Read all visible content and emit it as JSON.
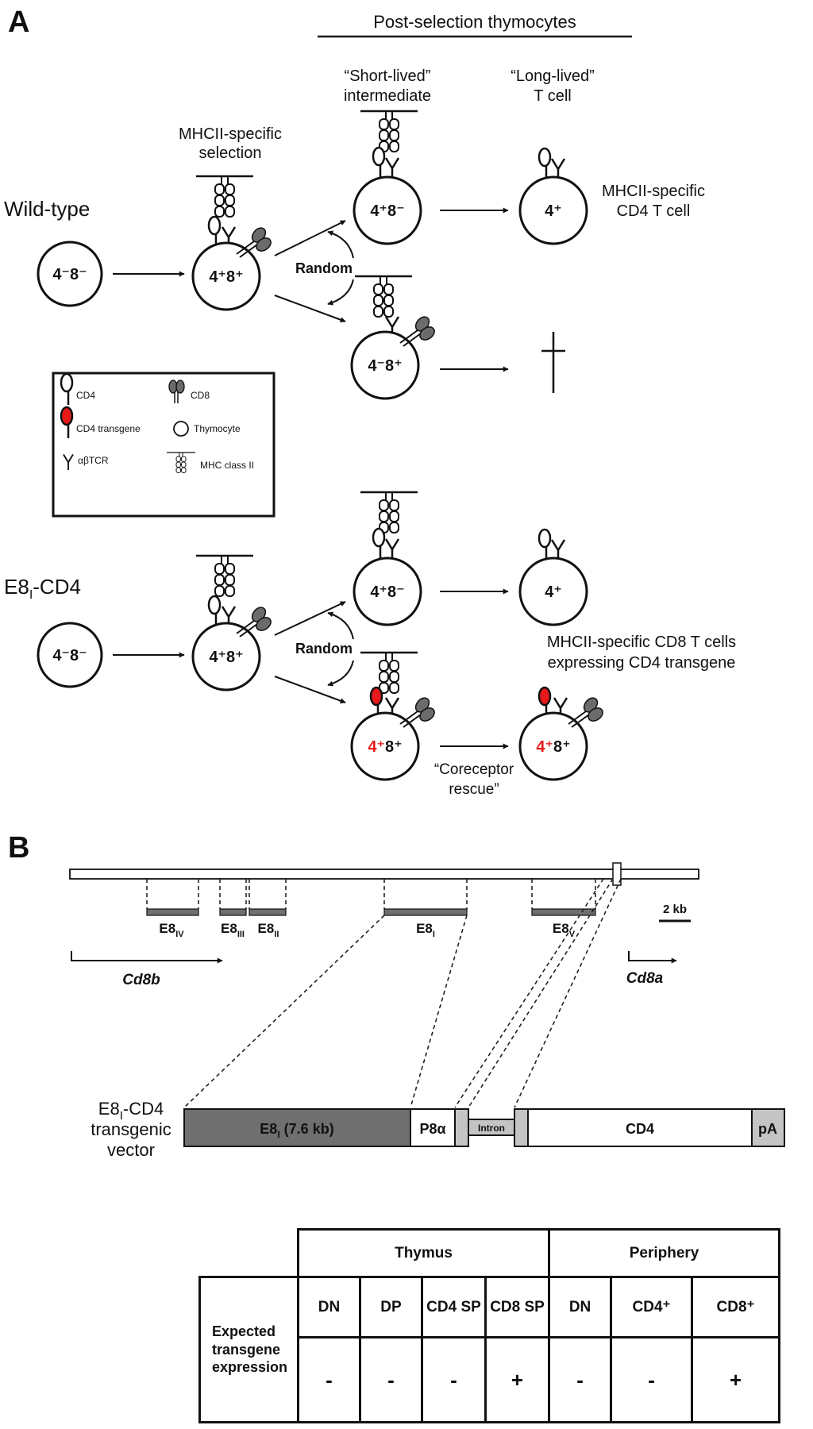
{
  "panel_a": {
    "label": "A",
    "header": "Post-selection thymocytes",
    "col_short": {
      "line1": "“Short-lived”",
      "line2": "intermediate"
    },
    "col_long": {
      "line1": "“Long-lived”",
      "line2": "T cell"
    },
    "mhcii_selection": {
      "line1": "MHCII-specific",
      "line2": "selection"
    },
    "wild_type": "Wild-type",
    "e8i_cd4_main": "E8",
    "e8i_cd4_sub": "I",
    "e8i_cd4_suffix": "-CD4",
    "random": "Random",
    "mhcii_cd4_result": {
      "line1": "MHCII-specific",
      "line2": "CD4 T cell"
    },
    "cd8_result": {
      "line1": "MHCII-specific CD8 T cells",
      "line2": "expressing CD4 transgene"
    },
    "rescue": {
      "line1": "“Coreceptor",
      "line2": "rescue”"
    },
    "cell_labels": {
      "dn": "4⁻8⁻",
      "dp": "4⁺8⁺",
      "cd4_int": "4⁺8⁻",
      "cd8_int": "4⁻8⁺",
      "cd4_sp": "4⁺",
      "tg_cd4": "4⁺",
      "tg_cd8": "8⁺"
    },
    "legend": {
      "cd4": "CD4",
      "cd8": "CD8",
      "cd4_tg": "CD4 transgene",
      "thymocyte": "Thymocyte",
      "tcr": "αβTCR",
      "mhc": "MHC class II"
    },
    "colors": {
      "transgene": "#e8191a",
      "cd8_fill": "#6b6b6b"
    }
  },
  "panel_b": {
    "label": "B",
    "scale_bar": "2 kb",
    "gene_cd8b": "Cd8b",
    "gene_cd8a": "Cd8a",
    "enhancers": [
      {
        "main": "E8",
        "sub": "IV"
      },
      {
        "main": "E8",
        "sub": "III"
      },
      {
        "main": "E8",
        "sub": "II"
      },
      {
        "main": "E8",
        "sub": "I"
      },
      {
        "main": "E8",
        "sub": "V"
      }
    ],
    "vector_label": {
      "line1_main": "E8",
      "line1_sub": "I",
      "line1_suffix": "-CD4",
      "line2": "transgenic",
      "line3": "vector"
    },
    "vector_parts": {
      "e8i": "E8",
      "e8i_sub": "I",
      "e8i_size": " (7.6 kb)",
      "p8a": "P8α",
      "intron": "Intron",
      "cd4": "CD4",
      "pa": "pA"
    },
    "colors": {
      "dark": "#6f6f6f",
      "light": "#c4c4c4"
    },
    "table": {
      "groups": [
        "Thymus",
        "Periphery"
      ],
      "columns": [
        "DN",
        "DP",
        "CD4 SP",
        "CD8 SP",
        "DN",
        "CD4⁺",
        "CD8⁺"
      ],
      "row_header": [
        "Expected",
        "transgene",
        "expression"
      ],
      "values": [
        "-",
        "-",
        "-",
        "+",
        "-",
        "-",
        "+"
      ]
    }
  }
}
